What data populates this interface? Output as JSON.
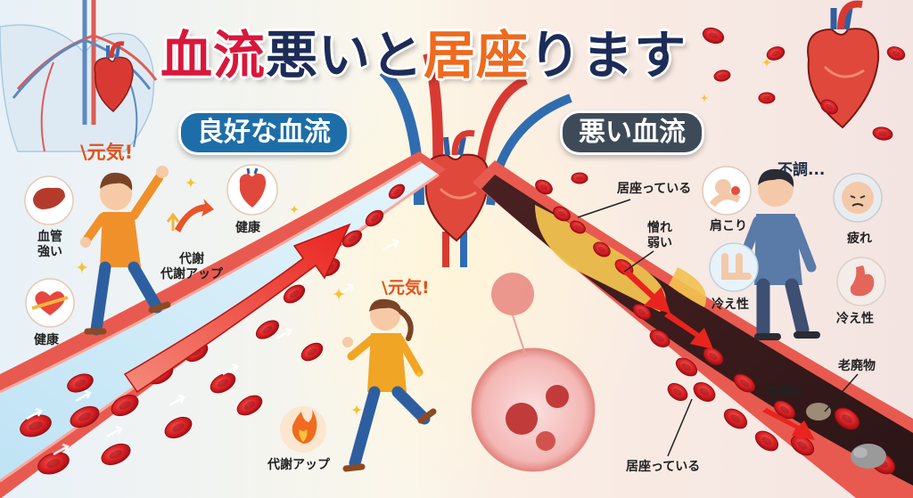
{
  "title": {
    "part1": "血流",
    "part2": "悪い",
    "part3": "と",
    "part4": "居座",
    "part5": "ります"
  },
  "colors": {
    "title_red": "#d9173b",
    "title_navy": "#1d2c57",
    "title_orange": "#ef6a1e",
    "good_pill": "#1d6ea8",
    "bad_pill": "#3f4a58",
    "blood_cell": "#d81e24",
    "vessel_wall": "#e85a4f",
    "plaque": "#f1c24f",
    "arrow_red": "#e9241f"
  },
  "sections": {
    "good_title": "良好な血流",
    "bad_title": "悪い血流"
  },
  "left_labels": {
    "genki_top": "\\元気!",
    "kekkan_line1": "血管",
    "kekkan_line2": "強い",
    "taisha_line1": "代謝",
    "taisha_line2": "代謝アップ",
    "kenkou_top": "健康",
    "kenkou_left": "健康",
    "genki_runner": "\\元気!",
    "taisha_bottom": "代謝アップ"
  },
  "right_labels": {
    "isuwatte_top": "居座っている",
    "kanare_line1": "憎れ",
    "kanare_line2": "弱い",
    "fuchou": "不調...",
    "katakori": "肩こり",
    "hieshou_1": "冷え性",
    "tsukare": "疲れ",
    "hieshou_2": "冷え性",
    "rouhaibutsu_1": "老廃物",
    "rouhaibutsu_2": "老廃物",
    "isuwatte_bottom": "居座っている"
  },
  "icons": [
    "liver-icon",
    "heart-icon",
    "up-arrow-icon",
    "anatomical-heart-icon",
    "flame-icon",
    "sparkle-icon",
    "shoulder-pain-icon",
    "feet-icon",
    "tired-face-icon",
    "stomach-icon",
    "blood-cell-closeup-icon"
  ]
}
